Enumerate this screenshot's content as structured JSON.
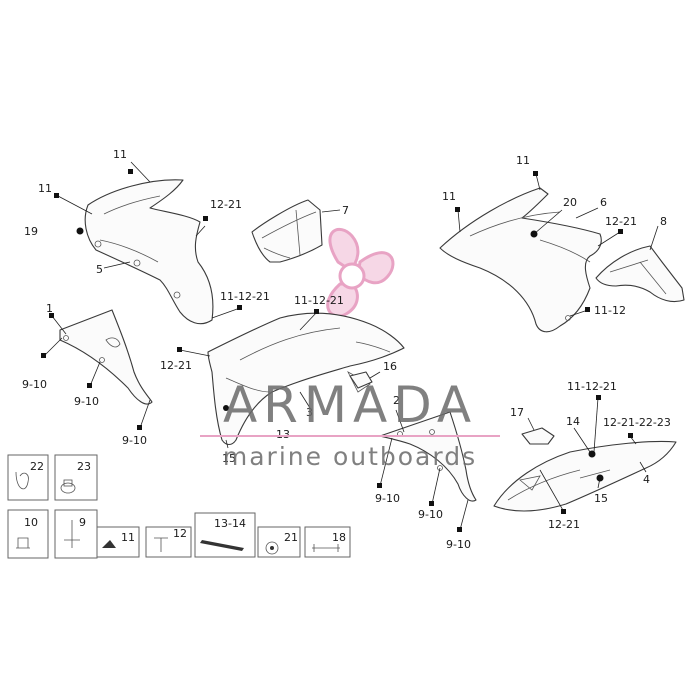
{
  "watermark": {
    "brand": "ARMADA",
    "tagline": "marine outboards",
    "accent_color": "#e8a3c4",
    "text_color": "#6a6a6a"
  },
  "callouts": [
    {
      "id": "c1",
      "text": "11"
    },
    {
      "id": "c2",
      "text": "11"
    },
    {
      "id": "c3",
      "text": "19"
    },
    {
      "id": "c4",
      "text": "12-21"
    },
    {
      "id": "c5",
      "text": "5"
    },
    {
      "id": "c6",
      "text": "7"
    },
    {
      "id": "c7",
      "text": "11-12-21"
    },
    {
      "id": "c8",
      "text": "11-12-21"
    },
    {
      "id": "c9",
      "text": "1"
    },
    {
      "id": "c10",
      "text": "9-10"
    },
    {
      "id": "c11",
      "text": "9-10"
    },
    {
      "id": "c12",
      "text": "9-10"
    },
    {
      "id": "c13",
      "text": "12-21"
    },
    {
      "id": "c14",
      "text": "16"
    },
    {
      "id": "c15",
      "text": "3"
    },
    {
      "id": "c16",
      "text": "13"
    },
    {
      "id": "c17",
      "text": "15"
    },
    {
      "id": "c18",
      "text": "11"
    },
    {
      "id": "c19",
      "text": "11"
    },
    {
      "id": "c20",
      "text": "20"
    },
    {
      "id": "c21",
      "text": "6"
    },
    {
      "id": "c22",
      "text": "12-21"
    },
    {
      "id": "c23",
      "text": "8"
    },
    {
      "id": "c24",
      "text": "11-12"
    },
    {
      "id": "c25",
      "text": "2"
    },
    {
      "id": "c26",
      "text": "9-10"
    },
    {
      "id": "c27",
      "text": "9-10"
    },
    {
      "id": "c28",
      "text": "9-10"
    },
    {
      "id": "c29",
      "text": "11-12-21"
    },
    {
      "id": "c30",
      "text": "17"
    },
    {
      "id": "c31",
      "text": "14"
    },
    {
      "id": "c32",
      "text": "12-21-22-23"
    },
    {
      "id": "c33",
      "text": "4"
    },
    {
      "id": "c34",
      "text": "15"
    },
    {
      "id": "c35",
      "text": "12-21"
    }
  ],
  "legend": [
    {
      "id": "k22",
      "text": "22"
    },
    {
      "id": "k23",
      "text": "23"
    },
    {
      "id": "k10",
      "text": "10"
    },
    {
      "id": "k9",
      "text": "9"
    },
    {
      "id": "k11",
      "text": "11"
    },
    {
      "id": "k12",
      "text": "12"
    },
    {
      "id": "k1314",
      "text": "13-14"
    },
    {
      "id": "k21",
      "text": "21"
    },
    {
      "id": "k18",
      "text": "18"
    }
  ]
}
